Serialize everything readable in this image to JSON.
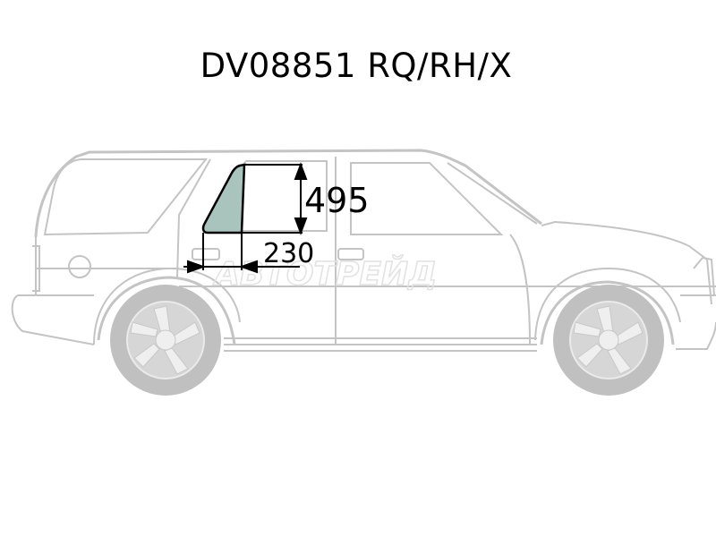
{
  "header": {
    "part_code": "DV08851 RQ/RH/X"
  },
  "diagram": {
    "subject": "SUV side view (right side)",
    "highlighted_part": "rear quarter glass, right hand",
    "highlight_color": "#a9c4bd",
    "outline_color": "#c0c0c0",
    "dimensions": {
      "height": "495",
      "width": "230"
    },
    "watermark": "АВТОТРЕЙД"
  }
}
